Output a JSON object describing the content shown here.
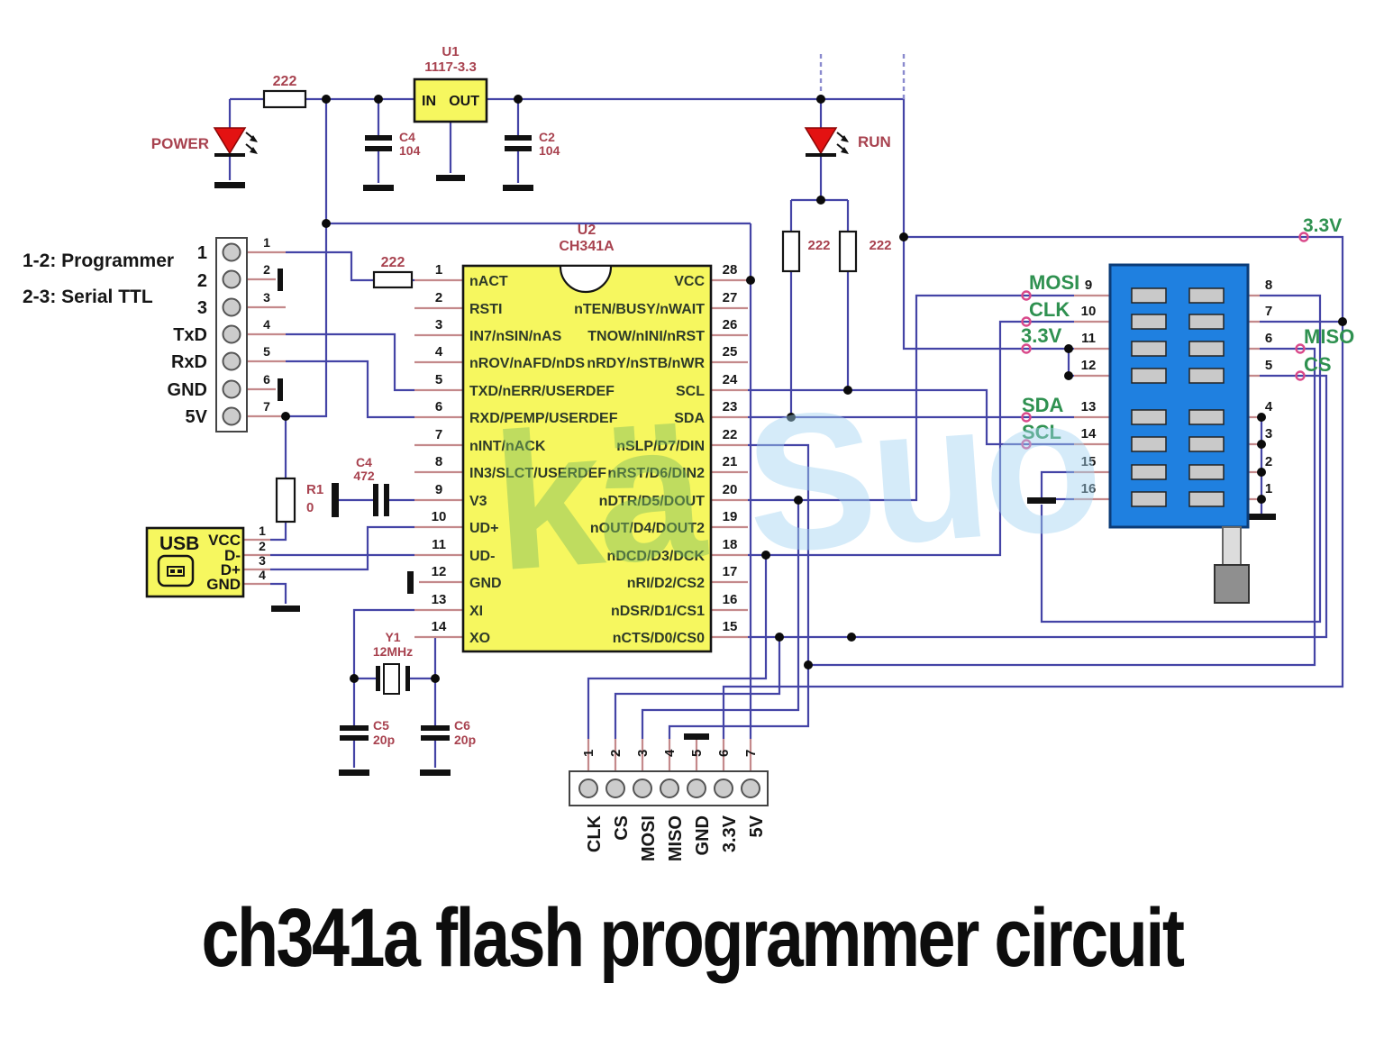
{
  "title": "ch341a flash programmer circuit",
  "watermark": {
    "green": "kä",
    "blue": "Suo"
  },
  "power": {
    "label": "POWER",
    "resistor": "222",
    "c4_ref": "C4",
    "c4_val": "104",
    "u1_ref": "U1",
    "u1_part": "1117-3.3",
    "in": "IN",
    "out": "OUT",
    "c2_ref": "C2",
    "c2_val": "104"
  },
  "run": {
    "label": "RUN",
    "r_left": "222",
    "r_right": "222"
  },
  "rail": {
    "v33": "3.3V"
  },
  "serial": {
    "note1": "1-2: Programmer",
    "note2": "2-3: Serial TTL",
    "labels": [
      "1",
      "2",
      "3",
      "TxD",
      "RxD",
      "GND",
      "5V"
    ],
    "pins": [
      "1",
      "2",
      "3",
      "4",
      "5",
      "6",
      "7"
    ]
  },
  "nact_resistor": "222",
  "usb": {
    "label": "USB",
    "pin_labels": [
      "VCC",
      "D-",
      "D+",
      "GND"
    ],
    "pin_numbers": [
      "1",
      "2",
      "3",
      "4"
    ]
  },
  "r1": {
    "ref": "R1",
    "val": "0"
  },
  "c472": {
    "ref": "C4",
    "val": "472"
  },
  "xtal": {
    "ref": "Y1",
    "val": "12MHz"
  },
  "c5": {
    "ref": "C5",
    "val": "20p"
  },
  "c6": {
    "ref": "C6",
    "val": "20p"
  },
  "u2": {
    "ref": "U2",
    "part": "CH341A",
    "left": [
      {
        "num": "1",
        "name": "nACT"
      },
      {
        "num": "2",
        "name": "RSTI"
      },
      {
        "num": "3",
        "name": "IN7/nSIN/nAS"
      },
      {
        "num": "4",
        "name": "nROV/nAFD/nDS"
      },
      {
        "num": "5",
        "name": "TXD/nERR/USERDEF"
      },
      {
        "num": "6",
        "name": "RXD/PEMP/USERDEF"
      },
      {
        "num": "7",
        "name": "nINT/nACK"
      },
      {
        "num": "8",
        "name": "IN3/SLCT/USERDEF"
      },
      {
        "num": "9",
        "name": "V3"
      },
      {
        "num": "10",
        "name": "UD+"
      },
      {
        "num": "11",
        "name": "UD-"
      },
      {
        "num": "12",
        "name": "GND"
      },
      {
        "num": "13",
        "name": "XI"
      },
      {
        "num": "14",
        "name": "XO"
      }
    ],
    "right": [
      {
        "num": "28",
        "name": "VCC"
      },
      {
        "num": "27",
        "name": "nTEN/BUSY/nWAIT"
      },
      {
        "num": "26",
        "name": "TNOW/nINI/nRST"
      },
      {
        "num": "25",
        "name": "nRDY/nSTB/nWR"
      },
      {
        "num": "24",
        "name": "SCL"
      },
      {
        "num": "23",
        "name": "SDA"
      },
      {
        "num": "22",
        "name": "nSLP/D7/DIN"
      },
      {
        "num": "21",
        "name": "nRST/D6/DIN2"
      },
      {
        "num": "20",
        "name": "nDTR/D5/DOUT"
      },
      {
        "num": "19",
        "name": "nOUT/D4/DOUT2"
      },
      {
        "num": "18",
        "name": "nDCD/D3/DCK"
      },
      {
        "num": "17",
        "name": "nRI/D2/CS2"
      },
      {
        "num": "16",
        "name": "nDSR/D1/CS1"
      },
      {
        "num": "15",
        "name": "nCTS/D0/CS0"
      }
    ]
  },
  "socket": {
    "left_pins": [
      "9",
      "10",
      "11",
      "12",
      "13",
      "14",
      "15",
      "16"
    ],
    "right_pins": [
      "8",
      "7",
      "6",
      "5",
      "4",
      "3",
      "2",
      "1"
    ],
    "mosi": "MOSI",
    "clk": "CLK",
    "v33": "3.3V",
    "sda": "SDA",
    "scl": "SCL",
    "miso": "MISO",
    "cs": "CS"
  },
  "header": {
    "pins": [
      "1",
      "2",
      "3",
      "4",
      "5",
      "6",
      "7"
    ],
    "labels": [
      "CLK",
      "CS",
      "MOSI",
      "MISO",
      "GND",
      "3.3V",
      "5V"
    ]
  }
}
